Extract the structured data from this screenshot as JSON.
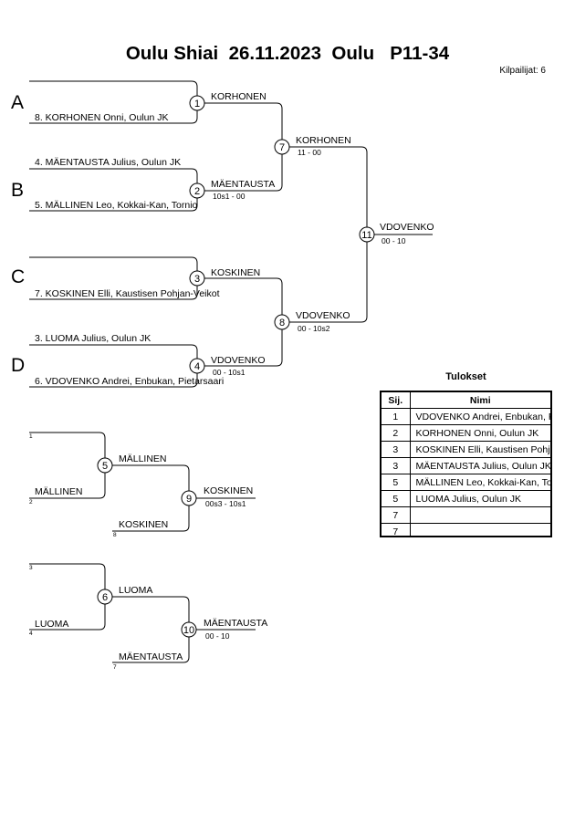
{
  "header": {
    "title": "Oulu Shiai  26.11.2023  Oulu   P11-34",
    "competitor_count": "Kilpailijat: 6"
  },
  "pools": [
    "A",
    "B",
    "C",
    "D"
  ],
  "entries": {
    "a_bottom": "8. KORHONEN Onni, Oulun JK",
    "b_top": "4. MÄENTAUSTA Julius, Oulun JK",
    "b_bottom": "5. MÄLLINEN Leo, Kokkai-Kan, Tornio",
    "c_bottom": "7. KOSKINEN Elli, Kaustisen Pohjan-Veikot",
    "d_top": "3. LUOMA Julius, Oulun JK",
    "d_bottom": "6. VDOVENKO Andrei, Enbukan, Pietarsaari"
  },
  "matches": {
    "m1": {
      "num": "1",
      "winner": "KORHONEN",
      "score": ""
    },
    "m2": {
      "num": "2",
      "winner": "MÄENTAUSTA",
      "score": "10s1 - 00"
    },
    "m3": {
      "num": "3",
      "winner": "KOSKINEN",
      "score": ""
    },
    "m4": {
      "num": "4",
      "winner": "VDOVENKO",
      "score": "00 - 10s1"
    },
    "m7": {
      "num": "7",
      "winner": "KORHONEN",
      "score": "11 - 00"
    },
    "m8": {
      "num": "8",
      "winner": "VDOVENKO",
      "score": "00 - 10s2"
    },
    "m11": {
      "num": "11",
      "winner": "VDOVENKO",
      "score": "00 - 10"
    },
    "m5": {
      "num": "5",
      "winner": "MÄLLINEN",
      "score": ""
    },
    "m9": {
      "num": "9",
      "winner": "KOSKINEN",
      "score": "00s3 - 10s1"
    },
    "m6": {
      "num": "6",
      "winner": "LUOMA",
      "score": ""
    },
    "m10": {
      "num": "10",
      "winner": "MÄENTAUSTA",
      "score": "00 - 10"
    }
  },
  "repechage": {
    "r1_top_idx": "1",
    "r1_bottom_idx": "2",
    "r1_bottom_name": "MÄLLINEN",
    "r1_low_idx": "8",
    "r1_low_name": "KOSKINEN",
    "r2_top_idx": "3",
    "r2_bottom_idx": "4",
    "r2_bottom_name": "LUOMA",
    "r2_low_idx": "7",
    "r2_low_name": "MÄENTAUSTA"
  },
  "results": {
    "title": "Tulokset",
    "headers": [
      "Sij.",
      "Nimi"
    ],
    "rows": [
      {
        "rank": "1",
        "name": "VDOVENKO Andrei, Enbukan, Pietarsaari"
      },
      {
        "rank": "2",
        "name": "KORHONEN Onni, Oulun JK"
      },
      {
        "rank": "3",
        "name": "KOSKINEN Elli, Kaustisen Pohjan-Veikot"
      },
      {
        "rank": "3",
        "name": "MÄENTAUSTA Julius, Oulun JK"
      },
      {
        "rank": "5",
        "name": "MÄLLINEN Leo, Kokkai-Kan, Tornio"
      },
      {
        "rank": "5",
        "name": "LUOMA Julius, Oulun JK"
      },
      {
        "rank": "7",
        "name": ""
      },
      {
        "rank": "7",
        "name": ""
      }
    ]
  }
}
